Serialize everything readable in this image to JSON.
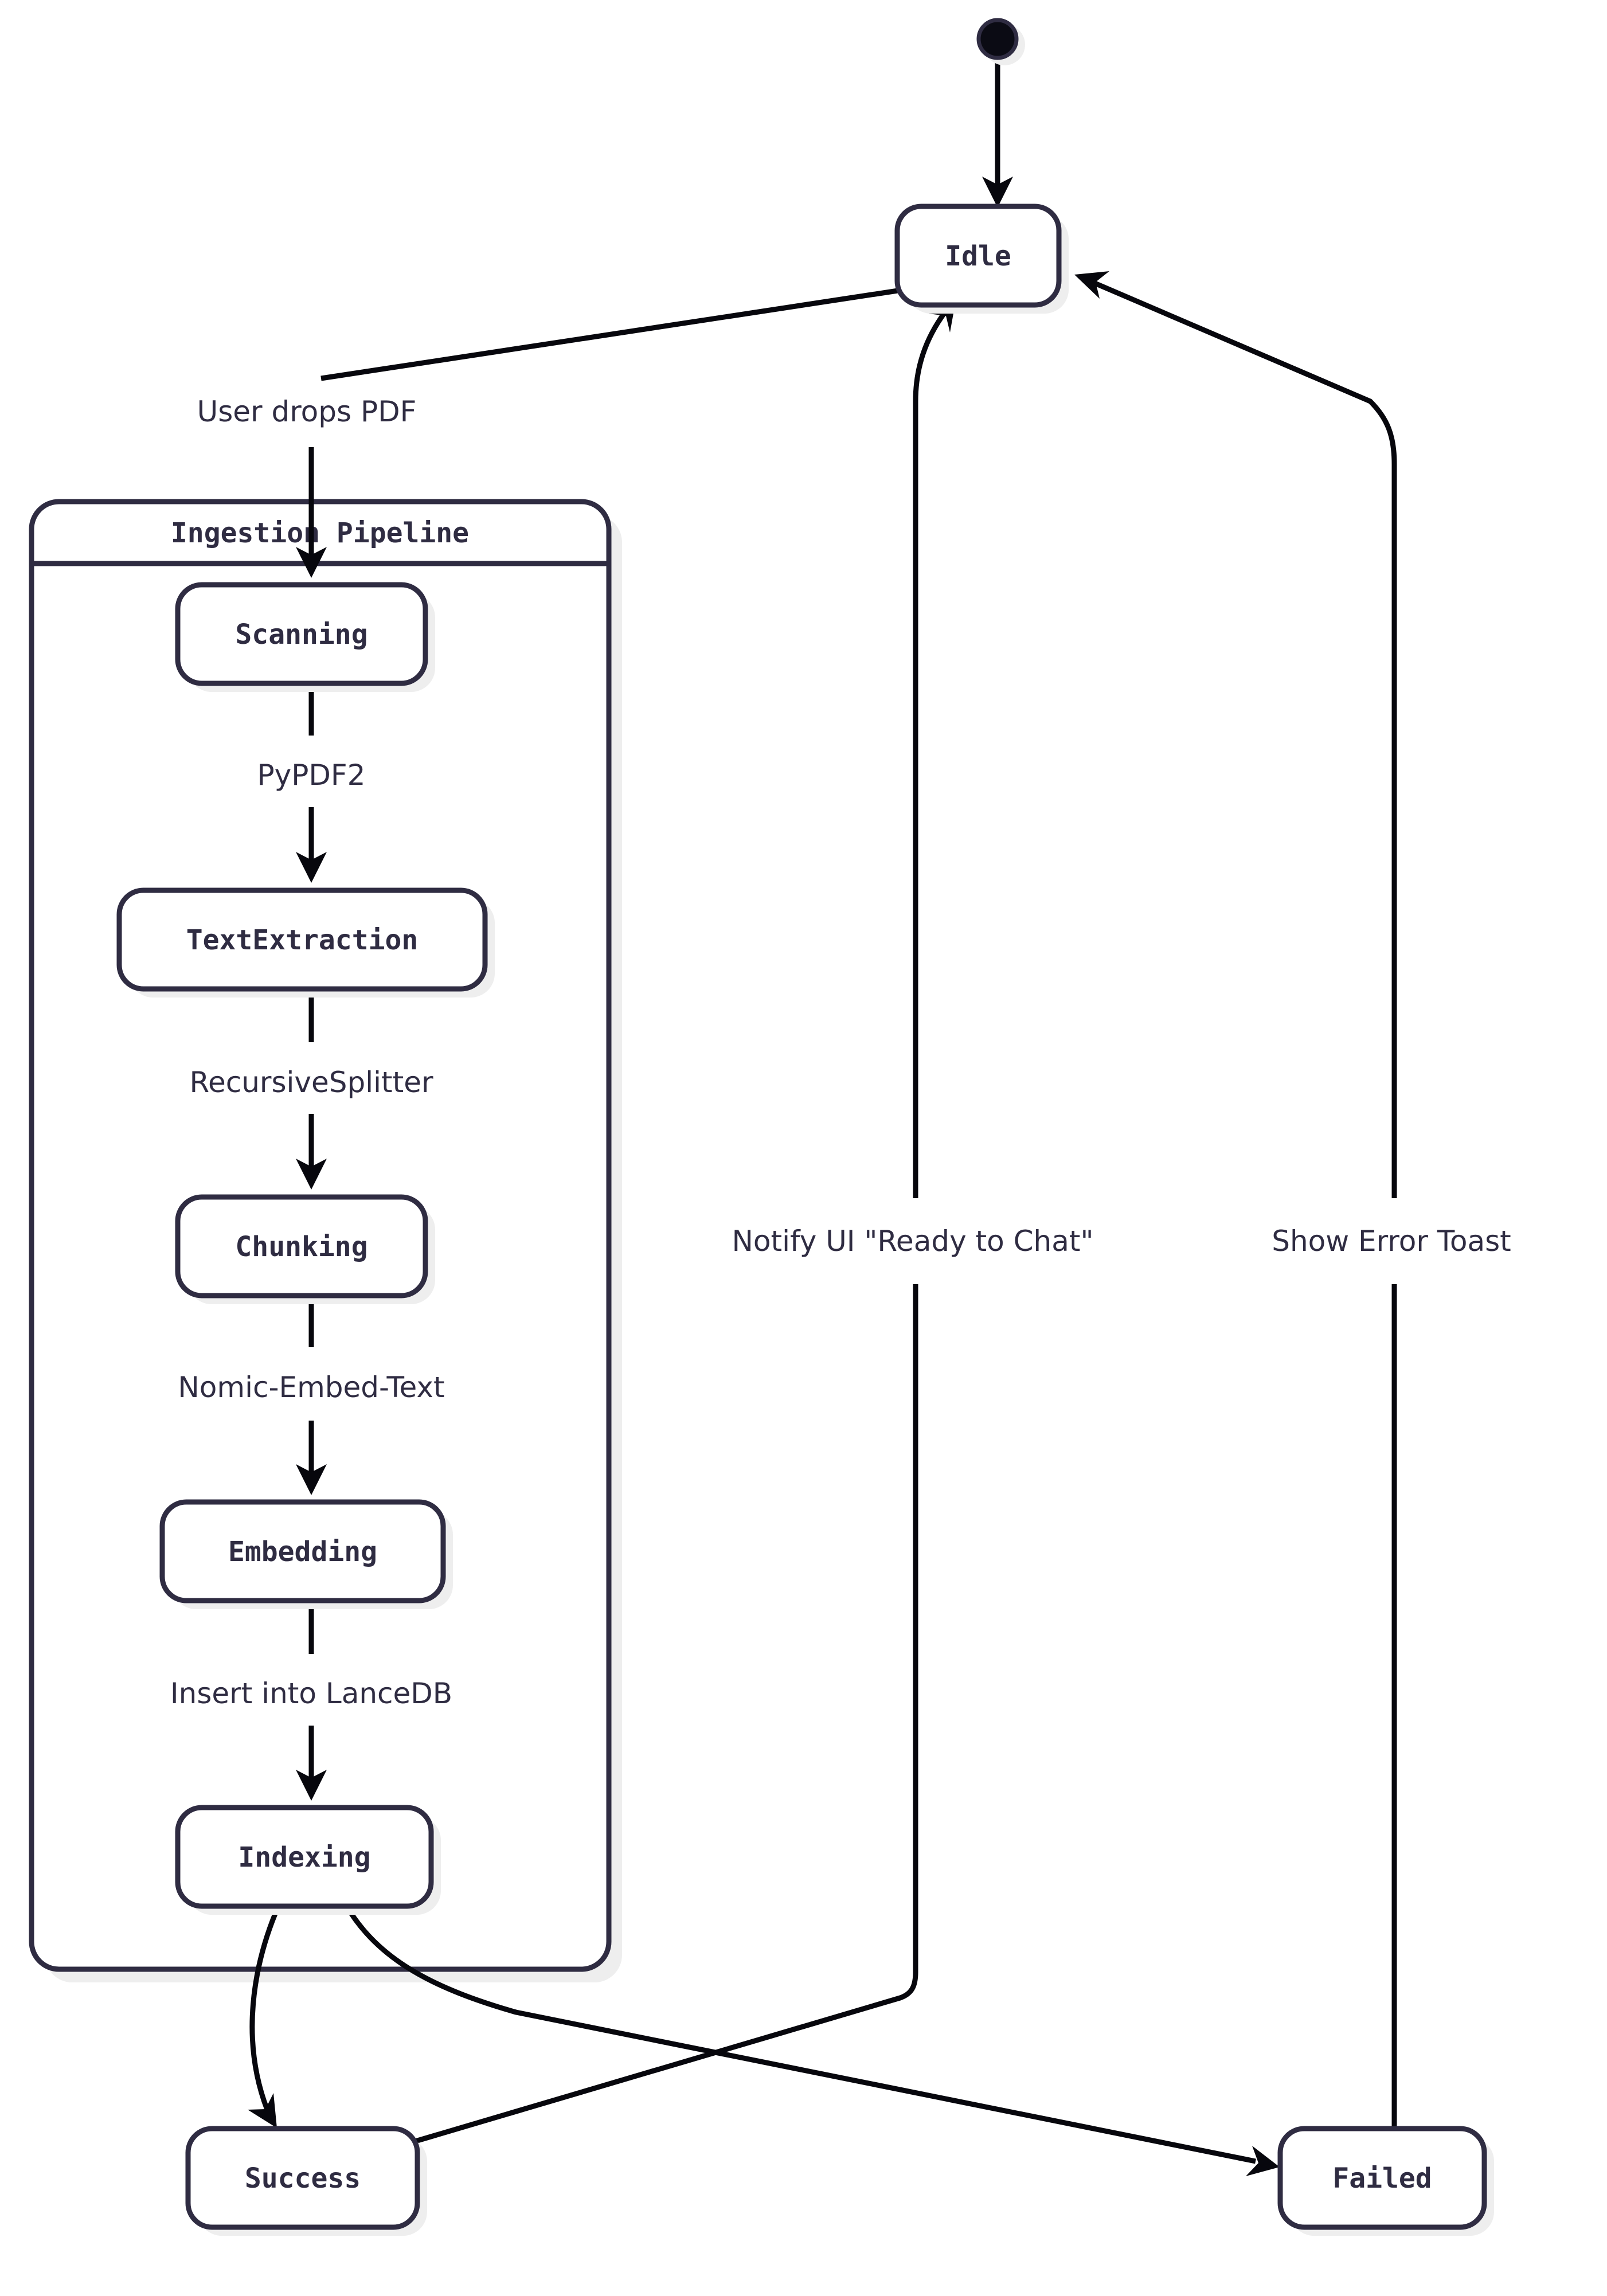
{
  "diagram": {
    "type": "state-diagram",
    "direction": "top-to-bottom",
    "background_color": "#ffffff",
    "node_border_color": "#2f2c42",
    "node_fill_color": "#ffffff",
    "edge_color": "#07070d",
    "composite_header_fill": "#f6f7f9",
    "shadow_color": "#eeeeee",
    "start_node": {
      "name": "start-state",
      "kind": "initial-pseudostate"
    },
    "states": [
      {
        "id": "idle",
        "label": "Idle",
        "kind": "state"
      },
      {
        "id": "scanning",
        "label": "Scanning",
        "kind": "state"
      },
      {
        "id": "text_extraction",
        "label": "TextExtraction",
        "kind": "state"
      },
      {
        "id": "chunking",
        "label": "Chunking",
        "kind": "state"
      },
      {
        "id": "embedding",
        "label": "Embedding",
        "kind": "state"
      },
      {
        "id": "indexing",
        "label": "Indexing",
        "kind": "state"
      },
      {
        "id": "success",
        "label": "Success",
        "kind": "state"
      },
      {
        "id": "failed",
        "label": "Failed",
        "kind": "state"
      }
    ],
    "composite": {
      "id": "ingestion_pipeline",
      "title": "Ingestion Pipeline",
      "children": [
        "scanning",
        "text_extraction",
        "chunking",
        "embedding",
        "indexing"
      ]
    },
    "transitions": [
      {
        "id": "t1",
        "from": "start",
        "to": "idle",
        "label": ""
      },
      {
        "id": "t2",
        "from": "idle",
        "to": "scanning",
        "label": "User drops PDF"
      },
      {
        "id": "t3",
        "from": "scanning",
        "to": "text_extraction",
        "label": "PyPDF2"
      },
      {
        "id": "t4",
        "from": "text_extraction",
        "to": "chunking",
        "label": "RecursiveSplitter"
      },
      {
        "id": "t5",
        "from": "chunking",
        "to": "embedding",
        "label": "Nomic-Embed-Text"
      },
      {
        "id": "t6",
        "from": "embedding",
        "to": "indexing",
        "label": "Insert into LanceDB"
      },
      {
        "id": "t7",
        "from": "indexing",
        "to": "success",
        "label": ""
      },
      {
        "id": "t8",
        "from": "indexing",
        "to": "failed",
        "label": ""
      },
      {
        "id": "t9",
        "from": "success",
        "to": "idle",
        "label": "Notify UI \"Ready to Chat\""
      },
      {
        "id": "t10",
        "from": "failed",
        "to": "idle",
        "label": "Show Error Toast"
      }
    ],
    "edge_labels": {
      "user_drops_pdf": "User drops PDF",
      "pypdf2": "PyPDF2",
      "recursive_splitter": "RecursiveSplitter",
      "nomic_embed_text": "Nomic-Embed-Text",
      "insert_into_lancedb": "Insert into LanceDB",
      "notify_ui_ready": "Notify UI \"Ready to Chat\"",
      "show_error_toast": "Show Error Toast"
    }
  }
}
